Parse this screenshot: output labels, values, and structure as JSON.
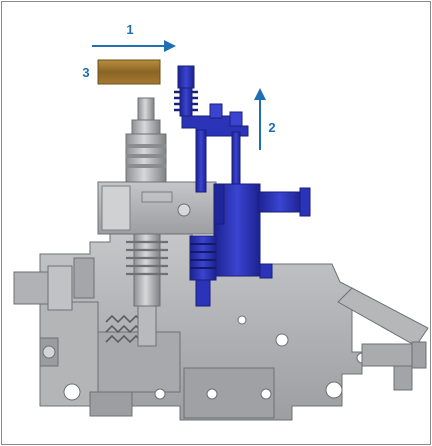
{
  "figure": {
    "annotations": [
      {
        "id": "1",
        "label": "1",
        "direction": "right"
      },
      {
        "id": "2",
        "label": "2",
        "direction": "up"
      },
      {
        "id": "3",
        "label": "3",
        "target": "brass-block"
      }
    ]
  },
  "colors": {
    "annotation": "#1f6fb5",
    "machine_gray": "#a9abad",
    "machine_dark": "#6e7073",
    "moving_part_blue": "#2b34b8",
    "blue_dark": "#1a1f7a",
    "brass": "#9a7430"
  }
}
